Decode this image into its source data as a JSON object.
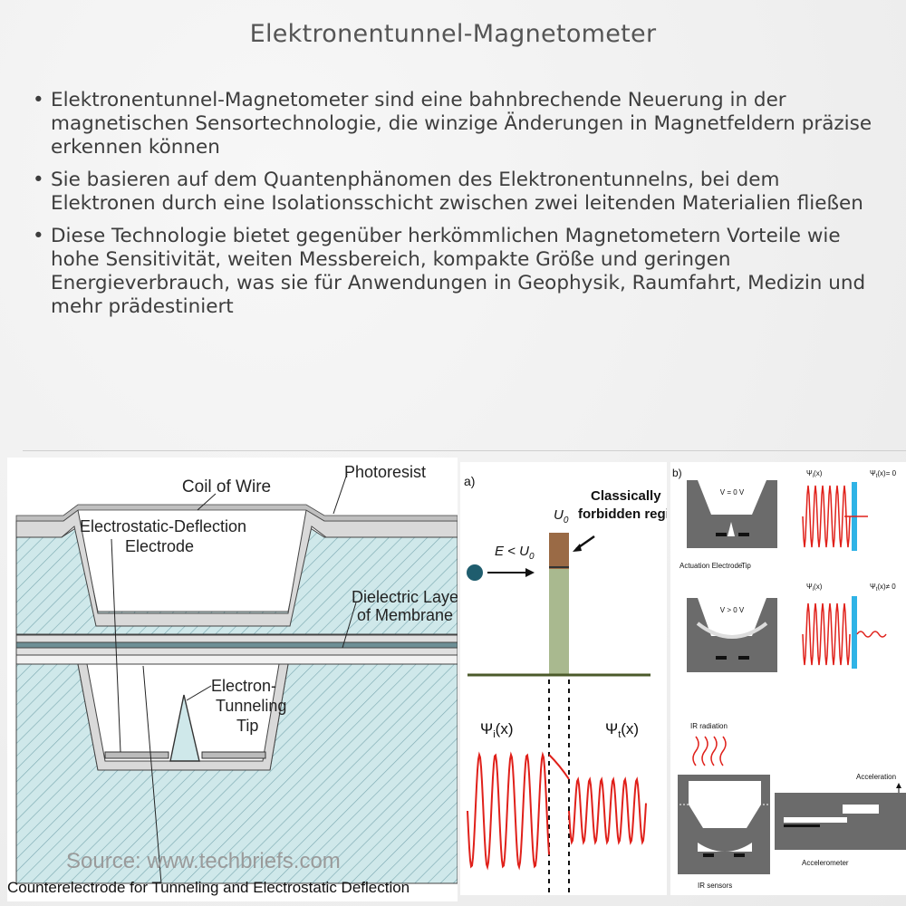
{
  "title": "Elektronentunnel-Magnetometer",
  "bullets": [
    "Elektronentunnel-Magnetometer sind eine bahnbrechende Neuerung in der magnetischen Sensortechnologie, die winzige Änderungen in Magnetfeldern präzise erkennen können",
    "Sie basieren auf dem Quantenphänomen des Elektronentunnelns, bei dem Elektronen durch eine Isolationsschicht zwischen zwei leitenden Materialien fließen",
    "Diese Technologie bietet gegenüber herkömmlichen Magnetometern Vorteile wie hohe Sensitivität, weiten Messbereich, kompakte Größe und geringen Energieverbrauch, was sie für Anwendungen in Geophysik, Raumfahrt, Medizin und mehr prädestiniert"
  ],
  "figure1": {
    "coil": "Coil of Wire",
    "photoresist": "Photoresist",
    "electrode_1": "Electrostatic-Deflection",
    "electrode_2": "Electrode",
    "dielectric_1": "Dielectric Layer",
    "dielectric_2": "of Membrane",
    "tip_1": "Electron-",
    "tip_2": "Tunneling",
    "tip_3": "Tip",
    "source": "Source: www.techbriefs.com",
    "counter": "Counterelectrode for Tunneling and Electrostatic Deflection"
  },
  "figure2": {
    "label": "a)",
    "u0": "U",
    "u0_sub": "0",
    "classically_1": "Classically",
    "classically_2": "forbidden region",
    "energy": "E < U",
    "energy_sub": "0",
    "psi_i": "Ψ",
    "psi_i_sub": "i",
    "psi_t": "Ψ",
    "psi_t_sub": "t",
    "x": "(x)"
  },
  "figure3": {
    "label": "b)",
    "v0": "V = 0 V",
    "vpos": "V > 0 V",
    "psi_x": "Ψ",
    "psi_sub_i": "i",
    "psi_sub_t": "t",
    "x": "(x)",
    "eq0": "= 0",
    "neq0": "≠ 0",
    "actuation": "Actuation Electrode",
    "tip": "Tip",
    "ir_radiation": "IR radiation",
    "ir_sensors": "IR sensors",
    "acceleration": "Acceleration",
    "accelerometer": "Accelerometer"
  },
  "colors": {
    "wave": "#e0201a",
    "barrier_top": "#9a6a45",
    "barrier": "#a9b98f",
    "ground": "#4b5a2a",
    "particle": "#1f5d6e",
    "blue_bar": "#2fb3e6",
    "substrate": "#cfe8ea"
  }
}
